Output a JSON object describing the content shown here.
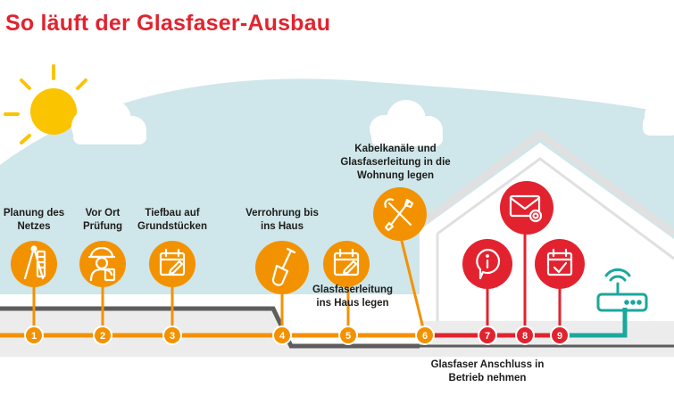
{
  "title": "So läuft der Glasfaser-Ausbau",
  "colors": {
    "orange": "#f39200",
    "red": "#e2232f",
    "teal": "#1aa89d",
    "sky": "#cfe6ea",
    "road": "#5d5d5d",
    "ground": "#e6e6e6"
  },
  "steps": [
    {
      "number": "1",
      "label": "Planung des\nNetzes",
      "icon": "ruler-compass-icon",
      "color": "orange"
    },
    {
      "number": "2",
      "label": "Vor Ort\nPrüfung",
      "icon": "worker-clipboard-icon",
      "color": "orange"
    },
    {
      "number": "3",
      "label": "Tiefbau auf\nGrundstücken",
      "icon": "calendar-edit-icon",
      "color": "orange"
    },
    {
      "number": "4",
      "label": "Verrohrung bis\nins Haus",
      "icon": "shovel-icon",
      "color": "orange"
    },
    {
      "number": "5",
      "label": "Glasfaserleitung\nins Haus legen",
      "icon": "calendar-edit-icon",
      "color": "orange"
    },
    {
      "number": "6",
      "label": "Kabelkanäle und\nGlasfaserleitung in die\nWohnung legen",
      "icon": "tools-icon",
      "color": "orange"
    },
    {
      "number": "7",
      "label": "Glasfaser Anschluss in\nBetrieb nehmen",
      "icon": "info-icon",
      "color": "red"
    },
    {
      "number": "8",
      "label": "",
      "icon": "mail-icon",
      "color": "red"
    },
    {
      "number": "9",
      "label": "",
      "icon": "calendar-check-icon",
      "color": "red"
    }
  ],
  "router_icon": "router-icon"
}
